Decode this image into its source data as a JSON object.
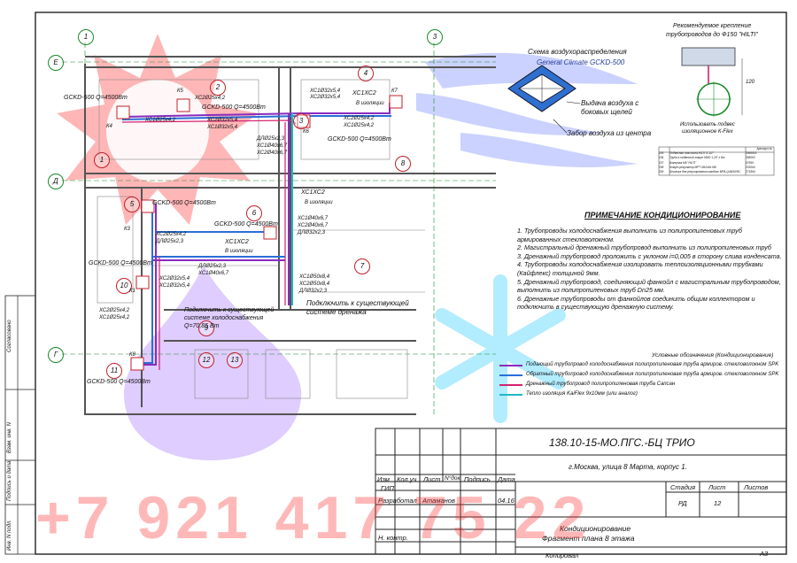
{
  "axes": {
    "c1": "1",
    "c3": "3",
    "rE": "Е",
    "rD": "Д",
    "rG": "Г"
  },
  "rooms": {
    "r1": "1",
    "r2": "2",
    "r3": "3",
    "r4": "4",
    "r5": "5",
    "r6": "6",
    "r7": "7",
    "r8": "8",
    "r9": "9",
    "r10": "10",
    "r11": "11",
    "r12": "12",
    "r13": "13"
  },
  "units": {
    "u1": "GCKD-500 Q=4500Вт",
    "u2": "GCKD-500 Q=4500Вт",
    "u3": "GCKD-500 Q=4500Вт",
    "u4": "GCKD-500 Q=4500Вт",
    "u5": "GCKD-500 Q=4500Вт",
    "u6": "GCKD-500 Q=4500Вт",
    "u7": "GCKD-500 Q=4500Вт"
  },
  "tags": {
    "k1": "К1",
    "k3": "К3",
    "k4": "К4",
    "k5": "К5",
    "k6": "К6",
    "k7": "К7",
    "k8": "К8"
  },
  "pipe_labels": {
    "a": "ХС2Ø25х4,2",
    "b": "ХС1Ø25х4,2",
    "c": "ХС2Ø32х5,4",
    "d": "ХС1Ø32х5,4",
    "e": "ДЛØ25х2,3",
    "f": "ХС1Ø40х6,7",
    "g": "ХС2Ø40х6,7",
    "h": "ХС1Ø50х8,4",
    "i": "ХС2Ø50х8,4",
    "j": "ДЛØ32х2,3"
  },
  "risers": {
    "x1": "ХС1ХС2",
    "x2": "ХС1ХС2",
    "x3": "ХС1ХС2",
    "iso": "В изоляции"
  },
  "connect1": "Подключить к существующей системе холодоснабжения Q=70,85 Вт",
  "connect2": "Подключить к существующей системе дренажа",
  "scheme": {
    "title": "Схема воздухораспределения",
    "unit": "General Climate GCKD-500",
    "out": "Выдача воздуха с боковых щелей",
    "in": "Забор воздуха из центра"
  },
  "mount": {
    "title1": "Рекомендуемое крепление",
    "title2": "трубопроводов до Ф150 \"HILTI\"",
    "dim": "120",
    "cap1": "Использовать подвес",
    "cap2": "изоляционное К-Flex"
  },
  "spec": {
    "rows": [
      [
        "105",
        "Подвесная пластина HILTI S-1/2\"",
        "2066916"
      ],
      [
        "106",
        "Труба в подвесной хомут MHD 1,25\" x 8m",
        "308063"
      ],
      [
        "107",
        "Анкерная М8 \"HILTI\"",
        "67569"
      ],
      [
        "208",
        "Хомут-регулятор MPT M10x9x M8",
        "233064"
      ],
      [
        "209",
        "Шпилька для регулирования каждого МРА-Q4M10/RC",
        "271864"
      ]
    ],
    "head": "Артикул №"
  },
  "notes": {
    "title": "ПРИМЕЧАНИЕ КОНДИЦИОНИРОВАНИЕ",
    "items": [
      "1. Трубопроводы холодоснабжения выполнить из полипропиленовых труб армированных стекловолокном.",
      "2. Магистральный дренажный трубопровод выполнить из полипропиленовых труб",
      "3. Дренажный трубопровод проложить с уклоном i=0,005 в сторону слива конденсата.",
      "4. Трубопроводы холодоснабжения изолировать теплоизоляционными трубками (Кайфлекс) толщиной 9мм.",
      "5. Дренажный трубопровод, соединяющий фанкойл с магистральным трубопроводом, выполнить из полипропиленовых труб Dn25 мм.",
      "6. Дренажные трубопроводы от фанкойлов соединить общим коллектором и подключить в существующую дренажную систему."
    ]
  },
  "legend": {
    "title": "Условные обозначения (Кондиционирование)",
    "items": [
      {
        "text": "Подающий трубопровод холодоснабжения полипропиленовая труба армиров. стекловолокном SPK",
        "color": "#8a2bbf"
      },
      {
        "text": "Обратный трубопровод холодоснабжения полипропиленовая труба армиров. стекловолокном SPK",
        "color": "#2a6fd6"
      },
      {
        "text": "Дренажный трубопровод полипропиленовая труба Сапсан",
        "color": "#d42070"
      },
      {
        "text": "Тепло изоляция KaiFlex 9х10мм (или аналог)",
        "color": "#20b8c8"
      }
    ]
  },
  "stamp": {
    "code": "138.10-15-МО.ПГС.-БЦ ТРИО",
    "address": "г.Москва, улица 8 Марта, корпус 1.",
    "h_izm": "Изм",
    "h_kol": "Кол.уч",
    "h_list": "Лист",
    "h_doc": "N°док.",
    "h_sign": "Подпись",
    "h_date": "Дата",
    "gip": "ГИП",
    "razrab": "Разработал",
    "author": "Атаманов",
    "date": "04.16",
    "nkontr": "Н. контр.",
    "stage_h": "Стадия",
    "sheet_h": "Лист",
    "sheets_h": "Листов",
    "stage": "РД",
    "sheet": "12",
    "title1": "Кондиционирование",
    "title2": "Фрагмент плана 8 этажа",
    "kopir": "Копировал",
    "format": "А3"
  },
  "side": {
    "s1": "Согласовано",
    "s2": "Взам. инв. N",
    "s3": "Подпись и дата",
    "s4": "Инв. N подл."
  },
  "watermark": "+7 921 417 75 22"
}
